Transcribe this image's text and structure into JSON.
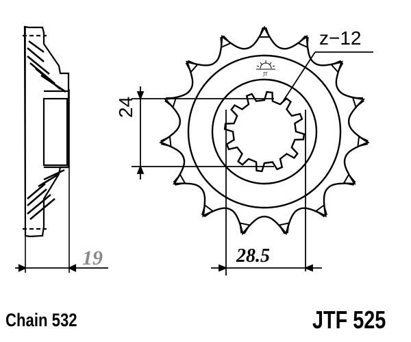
{
  "title_block": {
    "chain_label": "Chain 532",
    "part_number": "JTF 525"
  },
  "dimensions": {
    "thickness": "19",
    "spline_inner_diameter": "24",
    "spline_outer_diameter": "28.5",
    "spline_teeth": "z−12"
  },
  "sprocket": {
    "outer_teeth": 15,
    "spline_teeth": 12,
    "logo": "sun-logo"
  },
  "colors": {
    "line": "#000000",
    "dim_19": "#8a8a8a",
    "background": "#ffffff"
  }
}
